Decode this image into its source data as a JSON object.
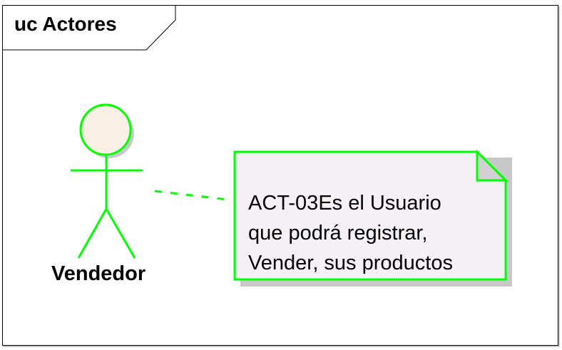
{
  "diagram": {
    "type": "uml-use-case",
    "frame_title": "uc Actores",
    "actor": {
      "name": "Vendedor",
      "head_fill": "#f8f0e4",
      "stroke_color": "#00ff00"
    },
    "note": {
      "lines": [
        "ACT-03Es el Usuario",
        "que podrá registrar,",
        "Vender, sus productos"
      ],
      "fill": "#f5f0f5",
      "border_color": "#00ff00",
      "fold_fill": "#d4cfd4"
    },
    "connector": {
      "style": "dashed",
      "color": "#00ff00",
      "from": "actor",
      "to": "note"
    }
  }
}
